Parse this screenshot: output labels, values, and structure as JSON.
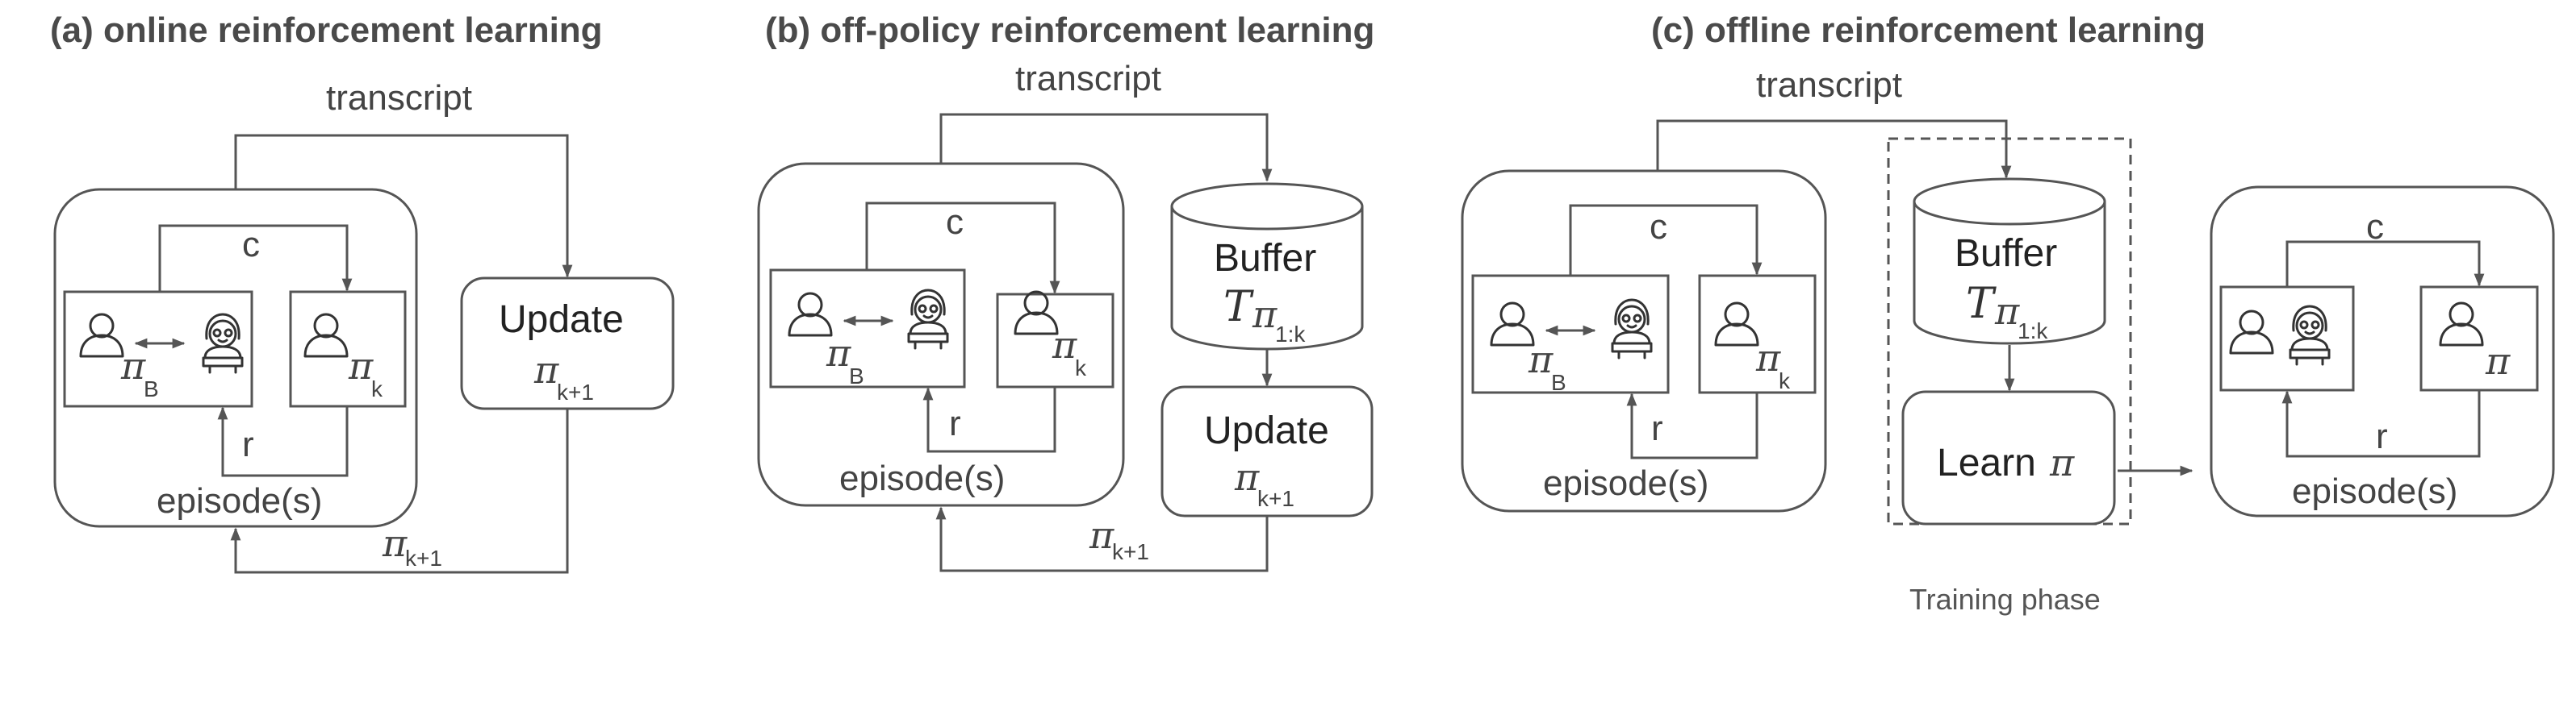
{
  "panels": {
    "a": {
      "title": "(a) online reinforcement learning",
      "transcript": "transcript",
      "c": "c",
      "r": "r",
      "pi_b": "π",
      "pi_b_sub": "B",
      "pi_k": "π",
      "pi_k_sub": "k",
      "episodes": "episode(s)",
      "update": "Update",
      "upd_pi": "π",
      "upd_pi_sub": "k+1",
      "back_pi": "π",
      "back_pi_sub": "k+1"
    },
    "b": {
      "title": "(b) off-policy reinforcement learning",
      "transcript": "transcript",
      "c": "c",
      "r": "r",
      "pi_b": "π",
      "pi_b_sub": "B",
      "pi_k": "π",
      "pi_k_sub": "k",
      "episodes": "episode(s)",
      "buffer": "Buffer",
      "buf_t": "T",
      "buf_pi": "π",
      "buf_sub": "1:k",
      "update": "Update",
      "upd_pi": "π",
      "upd_pi_sub": "k+1",
      "back_pi": "π",
      "back_pi_sub": "k+1"
    },
    "c": {
      "title": "(c) offline reinforcement learning",
      "transcript": "transcript",
      "c": "c",
      "r": "r",
      "pi_b": "π",
      "pi_b_sub": "B",
      "pi_k": "π",
      "pi_k_sub": "k",
      "episodes": "episode(s)",
      "buffer": "Buffer",
      "buf_t": "T",
      "buf_pi": "π",
      "buf_sub": "1:k",
      "learn": "Learn",
      "learn_pi": "π",
      "training_phase": "Training phase",
      "c2": "c",
      "r2": "r",
      "pi2": "π",
      "episodes2": "episode(s)"
    }
  },
  "icons": {
    "user": "user-icon",
    "agent": "robot-agent-icon"
  },
  "colors": {
    "stroke": "#555555",
    "text": "#444444"
  }
}
